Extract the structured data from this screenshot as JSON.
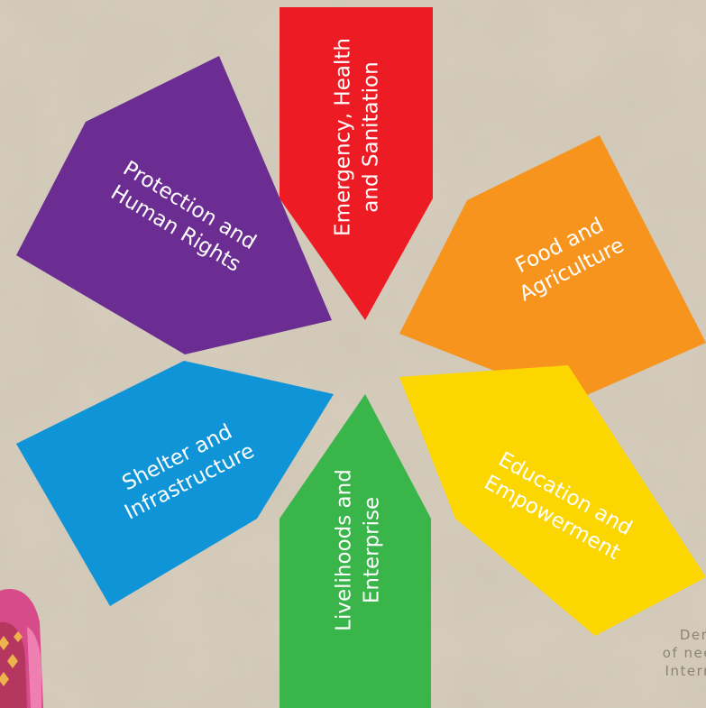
{
  "colors": {
    "background": "#d6cdbd",
    "red": "#ed1c24",
    "orange": "#f7941d",
    "yellow": "#fcd600",
    "green": "#39b54a",
    "blue": "#0f94d8",
    "purple": "#6b2d91",
    "note_text": "#8c8473",
    "person_scarf": "#e8388e"
  },
  "diagram": {
    "petals": [
      {
        "id": "emergency",
        "color": "red",
        "lines": [
          "Emergency, Health",
          "and Sanitation"
        ]
      },
      {
        "id": "food",
        "color": "orange",
        "lines": [
          "Food and",
          "Agriculture"
        ]
      },
      {
        "id": "education",
        "color": "yellow",
        "lines": [
          "Education and",
          "Empowerment"
        ]
      },
      {
        "id": "livelihoods",
        "color": "green",
        "lines": [
          "Livelihoods and",
          "Enterprise"
        ]
      },
      {
        "id": "shelter",
        "color": "blue",
        "lines": [
          "Shelter and",
          "Infrastructure"
        ]
      },
      {
        "id": "protection",
        "color": "purple",
        "lines": [
          "Protection and",
          "Human Rights"
        ]
      }
    ]
  },
  "note": {
    "lines": [
      "Deri",
      "of nee",
      "Intern"
    ]
  }
}
